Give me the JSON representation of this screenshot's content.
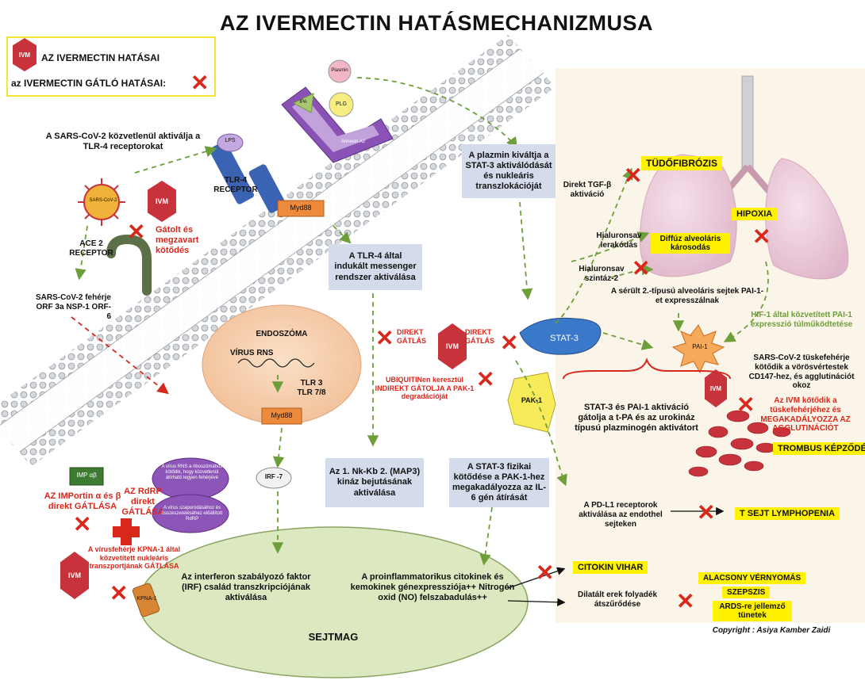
{
  "title": "AZ IVERMECTIN HATÁSMECHANIZMUSA",
  "legend": {
    "effects": "AZ IVERMECTIN HATÁSAI",
    "inhibits": "az IVERMECTIN GÁTLÓ HATÁSAI:",
    "ivm_label": "IVM"
  },
  "membrane": {
    "sars_activates": "A SARS-CoV-2 közvetlenül aktiválja a TLR-4 receptorokat",
    "lps": "LPS",
    "tlr4_letters": "T L R 4",
    "tlr4_receptor": "TLR-4 RECEPTOR",
    "myd88": "Myd88",
    "ace2": "ACE 2 RECEPTOR",
    "blocked_binding": "Gátolt és megzavart kötődés",
    "sars_proteins": "SARS-CoV-2 fehérje ORF 3a NSP-1 ORF-6",
    "virus_label": "SARS-CoV-2",
    "plasmin": "Plasmin",
    "tpa": "tPA",
    "plg": "PLG",
    "annexin": "Annexin A2"
  },
  "boxes": {
    "plasmin_stat3": "A plazmin kiváltja a STAT-3 aktiválódását és nukleáris transzlokációját",
    "tlr4_messenger": "A TLR-4 által indukált messenger rendszer aktiválása",
    "nkkb": "Az 1. Nk-Kb 2. (MAP3) kináz bejutásának aktiválása",
    "stat3_pak1": "A STAT-3 fizikai kötődése a PAK-1-hez megakadályozza az IL-6 gén átírását"
  },
  "endosome": {
    "title": "ENDOSZÓMA",
    "virus_rns": "VÍRUS RNS",
    "tlr": "TLR 3 TLR 7/8",
    "myd88": "Myd88",
    "irf7": "IRF -7"
  },
  "center": {
    "direct_left": "DIREKT GÁTLÁS",
    "direct_right": "DIREKT GÁTLÁS",
    "ubiquitin": "UBIQUITINen keresztül INDIREKT GÁTOLJA A PAK-1 degradációját",
    "stat3": "STAT-3",
    "pak1": "PAK-1"
  },
  "left": {
    "imp": "IMP αβ",
    "imp_text": "AZ IMPortin α és β direkt GÁTLÁSA",
    "rdrp_text": "AZ RdRP direkt GÁTLÁSA",
    "purple1": "A vírus RNS a riboszómához kötődik, hogy közvetlenül átírható legyen fehérjévé",
    "purple2": "A vírus szaporodásához és összeszereléséhez előállított RdRP",
    "kpna_text": "A vírusfehérje KPNA-1 által közvetített nukleáris transzportjának GÁTLÁSA",
    "kpna": "KPNA-1"
  },
  "nucleus": {
    "label": "SEJTMAG",
    "irf": "Az interferon szabályozó faktor (IRF) család transzkripciójának aktiválása",
    "cytokines": "A proinflammatorikus citokinek és kemokinek génexpressziója++ Nitrogén oxid (NO) felszabadulás++"
  },
  "right": {
    "tgf": "Direkt TGF-β aktiváció",
    "fibrosis": "TÜDŐFIBRÓZIS",
    "hyaluron1": "Hialuronsav lerakódás",
    "diffuse": "Diffúz alveoláris károsodás",
    "hyaluron2": "Hialuronsav szintáz-2",
    "hypoxia": "HIPOXIA",
    "pai_cells": "A sérült 2.-típusú alveoláris sejtek PAI-1-et expresszálnak",
    "hif": "HIF-1 által közvetített PAI-1 expresszió túlműködtetése",
    "pai1": "PAI-1",
    "stat3_pai": "STAT-3 és PAI-1 aktiváció gátolja a t-PA és az urokináz típusú plazminogén aktivátort",
    "spike": "SARS-CoV-2 tüskefehérje kötődik a vörösvértestek CD147-hez, és agglutinációt okoz",
    "ivm_spike": "Az IVM kötődik a tüskefehérjéhez és MEGAKADÁLYOZZA AZ AGGLUTINÁCIÓT",
    "thrombus": "TROMBUS KÉPZŐDÉS",
    "pdl1": "A PD-L1 receptorok aktiválása az endothel sejteken",
    "lympho": "T SEJT LYMPHOPENIA",
    "storm": "CITOKIN VIHAR",
    "dilated": "Dilatált erek folyadék átszűrődése",
    "low_bp": "ALACSONY VÉRNYOMÁS",
    "sepsis": "SZEPSZIS",
    "ards": "ARDS-re jellemző tünetek",
    "copyright": "Copyright : Asiya Kamber Zaidi"
  },
  "colors": {
    "red": "#d8281c",
    "yellow": "#fff200",
    "box": "#d4dcec",
    "nucleus": "#dbe8c0",
    "green_arrow": "#6e9e3a",
    "lung_bg": "#fbf4e8"
  }
}
